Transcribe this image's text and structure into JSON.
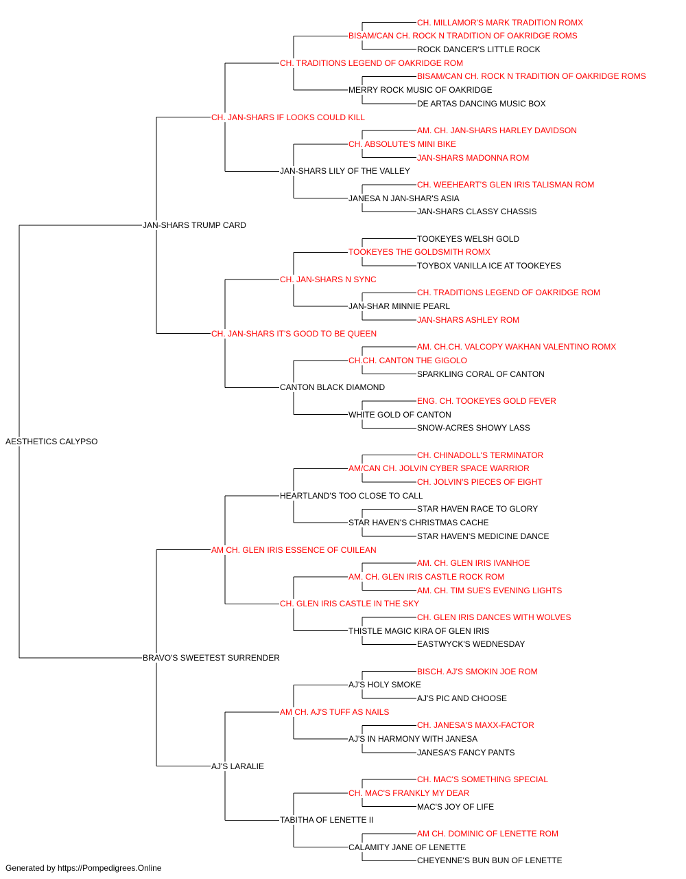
{
  "colors": {
    "champion": "#ff0000",
    "normal": "#000000",
    "lines": "#000000"
  },
  "pedigree": {
    "name": "AESTHETICS CALYPSO",
    "champion": false,
    "sire": {
      "name": "JAN-SHARS TRUMP CARD",
      "champion": false,
      "sire": {
        "name": "CH. JAN-SHARS IF LOOKS COULD KILL",
        "champion": true,
        "sire": {
          "name": "CH. TRADITIONS LEGEND OF OAKRIDGE ROM",
          "champion": true,
          "sire": {
            "name": "BISAM/CAN CH. ROCK N TRADITION OF OAKRIDGE ROMS",
            "champion": true,
            "sire": {
              "name": "CH. MILLAMOR'S MARK TRADITION ROMX",
              "champion": true
            },
            "dam": {
              "name": "ROCK DANCER'S LITTLE ROCK",
              "champion": false
            }
          },
          "dam": {
            "name": "MERRY ROCK MUSIC OF OAKRIDGE",
            "champion": false,
            "sire": {
              "name": "BISAM/CAN CH. ROCK N TRADITION OF OAKRIDGE ROMS",
              "champion": true
            },
            "dam": {
              "name": "DE ARTAS DANCING MUSIC BOX",
              "champion": false
            }
          }
        },
        "dam": {
          "name": "JAN-SHARS LILY OF THE VALLEY",
          "champion": false,
          "sire": {
            "name": "CH. ABSOLUTE'S MINI BIKE",
            "champion": true,
            "sire": {
              "name": "AM. CH. JAN-SHARS HARLEY DAVIDSON",
              "champion": true
            },
            "dam": {
              "name": "JAN-SHARS MADONNA ROM",
              "champion": true
            }
          },
          "dam": {
            "name": "JANESA N JAN-SHAR'S ASIA",
            "champion": false,
            "sire": {
              "name": "CH. WEEHEART'S GLEN IRIS TALISMAN ROM",
              "champion": true
            },
            "dam": {
              "name": "JAN-SHARS CLASSY CHASSIS",
              "champion": false
            }
          }
        }
      },
      "dam": {
        "name": "CH. JAN-SHARS IT'S GOOD TO BE QUEEN",
        "champion": true,
        "sire": {
          "name": "CH. JAN-SHARS N SYNC",
          "champion": true,
          "sire": {
            "name": "TOOKEYES THE GOLDSMITH ROMX",
            "champion": true,
            "sire": {
              "name": "TOOKEYES WELSH GOLD",
              "champion": false
            },
            "dam": {
              "name": "TOYBOX VANILLA ICE AT TOOKEYES",
              "champion": false
            }
          },
          "dam": {
            "name": "JAN-SHAR MINNIE PEARL",
            "champion": false,
            "sire": {
              "name": "CH. TRADITIONS LEGEND OF OAKRIDGE ROM",
              "champion": true
            },
            "dam": {
              "name": "JAN-SHARS ASHLEY ROM",
              "champion": true
            }
          }
        },
        "dam": {
          "name": "CANTON BLACK DIAMOND",
          "champion": false,
          "sire": {
            "name": "CH.CH. CANTON THE GIGOLO",
            "champion": true,
            "sire": {
              "name": "AM. CH.CH. VALCOPY WAKHAN VALENTINO ROMX",
              "champion": true
            },
            "dam": {
              "name": "SPARKLING CORAL OF CANTON",
              "champion": false
            }
          },
          "dam": {
            "name": "WHITE GOLD OF CANTON",
            "champion": false,
            "sire": {
              "name": "ENG. CH. TOOKEYES GOLD FEVER",
              "champion": true
            },
            "dam": {
              "name": "SNOW-ACRES SHOWY LASS",
              "champion": false
            }
          }
        }
      }
    },
    "dam": {
      "name": "BRAVO'S SWEETEST SURRENDER",
      "champion": false,
      "sire": {
        "name": "AM CH. GLEN IRIS ESSENCE OF CUILEAN",
        "champion": true,
        "sire": {
          "name": "HEARTLAND'S TOO CLOSE TO CALL",
          "champion": false,
          "sire": {
            "name": "AM/CAN CH. JOLVIN CYBER SPACE WARRIOR",
            "champion": true,
            "sire": {
              "name": "CH. CHINADOLL'S TERMINATOR",
              "champion": true
            },
            "dam": {
              "name": "CH. JOLVIN'S PIECES OF EIGHT",
              "champion": true
            }
          },
          "dam": {
            "name": "STAR HAVEN'S CHRISTMAS CACHE",
            "champion": false,
            "sire": {
              "name": "STAR HAVEN RACE TO GLORY",
              "champion": false
            },
            "dam": {
              "name": "STAR HAVEN'S MEDICINE DANCE",
              "champion": false
            }
          }
        },
        "dam": {
          "name": "CH. GLEN IRIS CASTLE IN THE SKY",
          "champion": true,
          "sire": {
            "name": "AM. CH. GLEN IRIS CASTLE ROCK ROM",
            "champion": true,
            "sire": {
              "name": "AM. CH. GLEN IRIS IVANHOE",
              "champion": true
            },
            "dam": {
              "name": "AM. CH. TIM SUE'S EVENING LIGHTS",
              "champion": true
            }
          },
          "dam": {
            "name": "THISTLE MAGIC KIRA OF GLEN IRIS",
            "champion": false,
            "sire": {
              "name": "CH. GLEN IRIS DANCES WITH WOLVES",
              "champion": true
            },
            "dam": {
              "name": "EASTWYCK'S WEDNESDAY",
              "champion": false
            }
          }
        }
      },
      "dam": {
        "name": "AJ'S LARALIE",
        "champion": false,
        "sire": {
          "name": "AM CH. AJ'S TUFF AS NAILS",
          "champion": true,
          "sire": {
            "name": "AJ'S HOLY SMOKE",
            "champion": false,
            "sire": {
              "name": "BISCH. AJ'S SMOKIN JOE ROM",
              "champion": true
            },
            "dam": {
              "name": "AJ'S PIC AND CHOOSE",
              "champion": false
            }
          },
          "dam": {
            "name": "AJ'S IN HARMONY WITH JANESA",
            "champion": false,
            "sire": {
              "name": "CH. JANESA'S MAXX-FACTOR",
              "champion": true
            },
            "dam": {
              "name": "JANESA'S FANCY PANTS",
              "champion": false
            }
          }
        },
        "dam": {
          "name": "TABITHA OF LENETTE II",
          "champion": false,
          "sire": {
            "name": "CH. MAC'S FRANKLY MY DEAR",
            "champion": true,
            "sire": {
              "name": "CH. MAC'S SOMETHING SPECIAL",
              "champion": true
            },
            "dam": {
              "name": "MAC'S JOY OF LIFE",
              "champion": false
            }
          },
          "dam": {
            "name": "CALAMITY JANE OF LENETTE",
            "champion": false,
            "sire": {
              "name": "AM CH. DOMINIC OF LENETTE ROM",
              "champion": true
            },
            "dam": {
              "name": "CHEYENNE'S BUN BUN OF LENETTE",
              "champion": false
            }
          }
        }
      }
    }
  },
  "footer": {
    "text": "Generated by https://Pompedigrees.Online"
  }
}
